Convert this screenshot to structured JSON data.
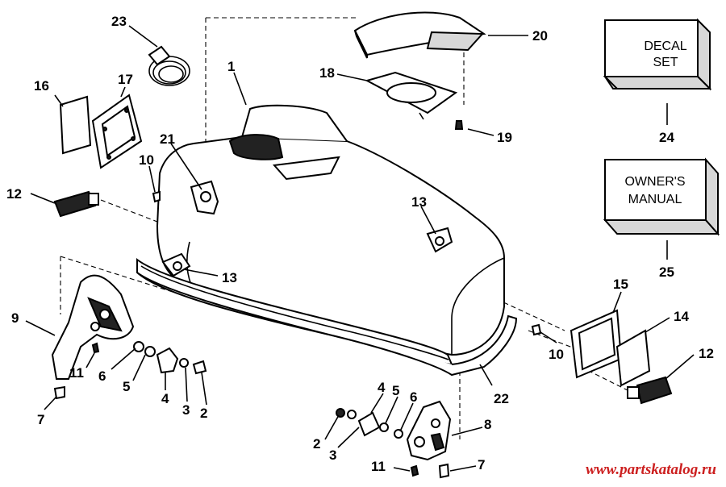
{
  "callouts": {
    "n1": "1",
    "n2a": "2",
    "n2b": "2",
    "n3a": "3",
    "n3b": "3",
    "n4a": "4",
    "n4b": "4",
    "n5a": "5",
    "n5b": "5",
    "n6a": "6",
    "n6b": "6",
    "n7a": "7",
    "n7b": "7",
    "n8": "8",
    "n9": "9",
    "n10a": "10",
    "n10b": "10",
    "n11a": "11",
    "n11b": "11",
    "n12a": "12",
    "n12b": "12",
    "n13a": "13",
    "n13b": "13",
    "n14": "14",
    "n15": "15",
    "n16": "16",
    "n17": "17",
    "n18": "18",
    "n19": "19",
    "n20": "20",
    "n21": "21",
    "n22": "22",
    "n23": "23",
    "n24": "24",
    "n25": "25"
  },
  "decal_box": {
    "line1": "DECAL",
    "line2": "SET"
  },
  "manual_box": {
    "line1": "OWNER'S",
    "line2": "MANUAL"
  },
  "watermark": "www.partskatalog.ru"
}
